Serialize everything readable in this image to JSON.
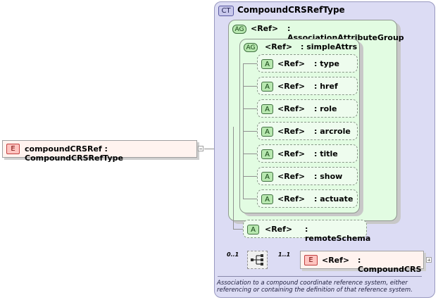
{
  "root_element": {
    "badge": "E",
    "label": "compoundCRSRef : CompoundCRSRefType"
  },
  "complex_type": {
    "badge": "CT",
    "title": "CompoundCRSRefType"
  },
  "association_group": {
    "badge": "AG",
    "ref": "<Ref>",
    "name": ": AssociationAttributeGroup"
  },
  "simple_attrs_group": {
    "badge": "AG",
    "ref": "<Ref>",
    "name": ": simpleAttrs"
  },
  "attributes": [
    {
      "badge": "A",
      "ref": "<Ref>",
      "name": ": type"
    },
    {
      "badge": "A",
      "ref": "<Ref>",
      "name": ": href"
    },
    {
      "badge": "A",
      "ref": "<Ref>",
      "name": ": role"
    },
    {
      "badge": "A",
      "ref": "<Ref>",
      "name": ": arcrole"
    },
    {
      "badge": "A",
      "ref": "<Ref>",
      "name": ": title"
    },
    {
      "badge": "A",
      "ref": "<Ref>",
      "name": ": show"
    },
    {
      "badge": "A",
      "ref": "<Ref>",
      "name": ": actuate"
    }
  ],
  "remote_schema": {
    "badge": "A",
    "ref": "<Ref>",
    "name": ": remoteSchema"
  },
  "sequence": {
    "multiplicity_outer": "0..1",
    "multiplicity_inner": "1..1"
  },
  "compound_crs": {
    "badge": "E",
    "ref": "<Ref>",
    "name": ": CompoundCRS"
  },
  "description": "Association to a compound coordinate reference system, either referencing or containing the definition of that reference system."
}
